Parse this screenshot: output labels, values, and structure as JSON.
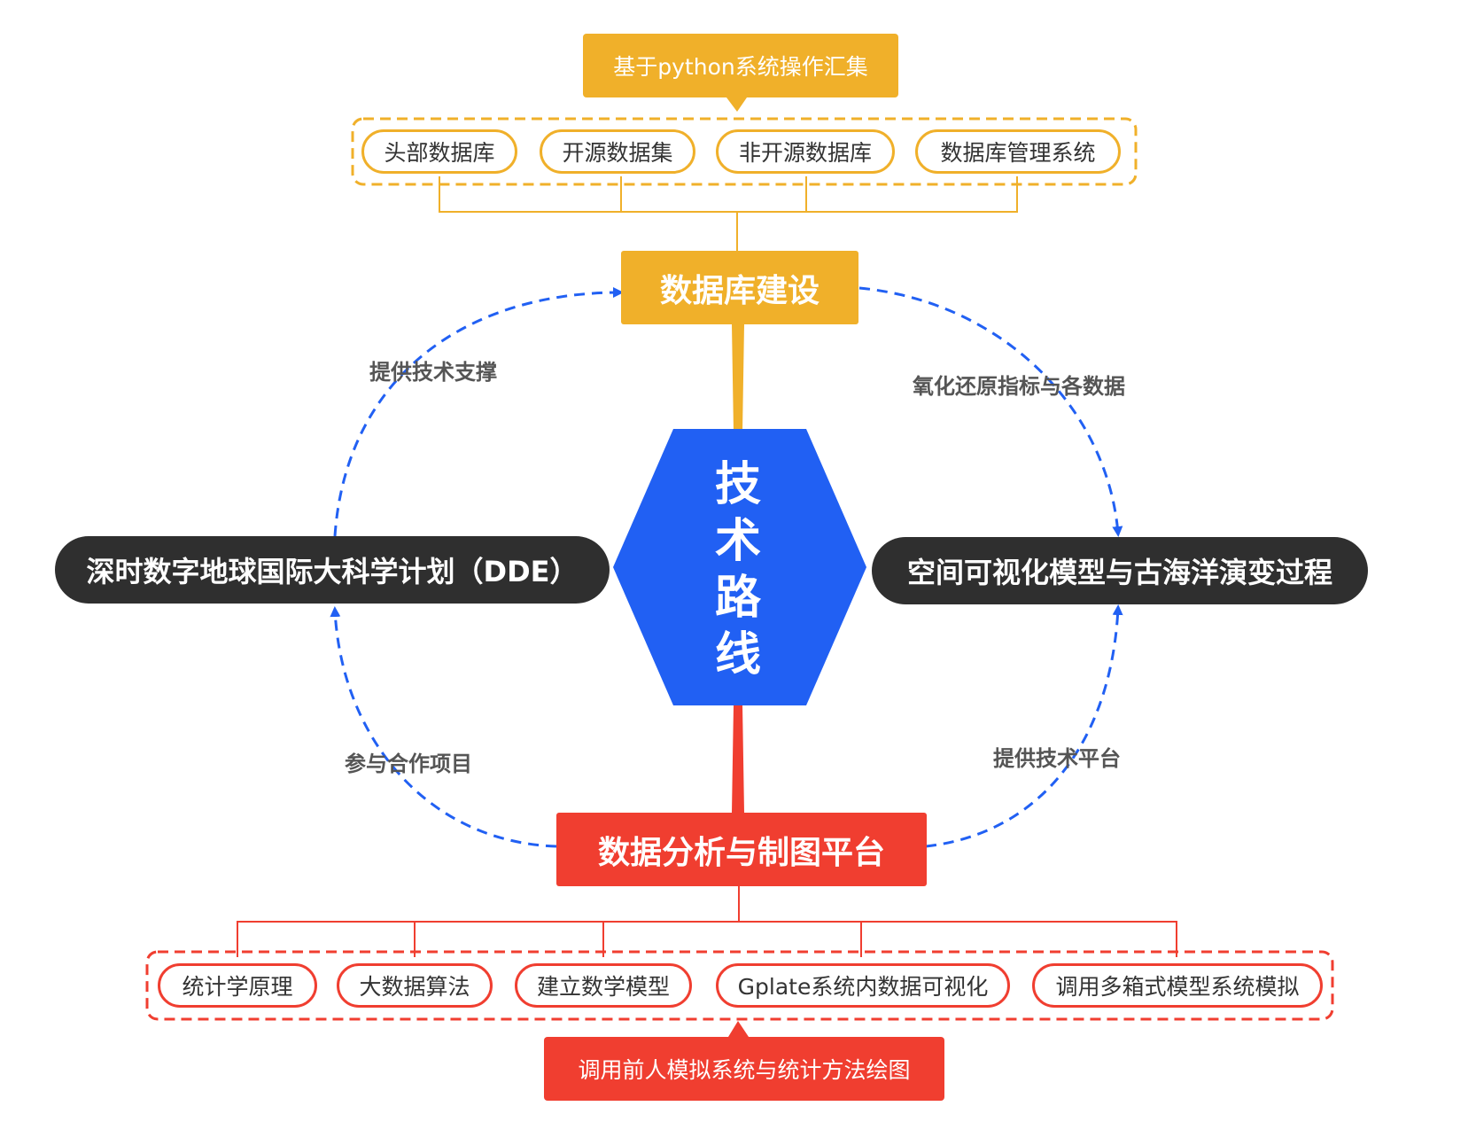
{
  "top_note": "基于python系统操作汇集",
  "top_items": [
    "头部数据库",
    "开源数据集",
    "非开源数据库",
    "数据库管理系统"
  ],
  "top_main": "数据库建设",
  "center": [
    "技",
    "术",
    "路",
    "线"
  ],
  "left_node": "深时数字地球国际大科学计划（DDE）",
  "right_node": "空间可视化模型与古海洋演变过程",
  "bottom_main": "数据分析与制图平台",
  "bottom_items": [
    "统计学原理",
    "大数据算法",
    "建立数学模型",
    "Gplate系统内数据可视化",
    "调用多箱式模型系统模拟"
  ],
  "bottom_note": "调用前人模拟系统与统计方法绘图",
  "arc_labels": {
    "top_left": "提供技术支撑",
    "top_right": "氧化还原指标与各数据",
    "bottom_left": "参与合作项目",
    "bottom_right": "提供技术平台"
  },
  "colors": {
    "yellow": "#F0B02A",
    "red": "#F03E30",
    "blue": "#2160F3",
    "dark": "#2F2F2F",
    "dashed_arrow": "#2160F3"
  }
}
